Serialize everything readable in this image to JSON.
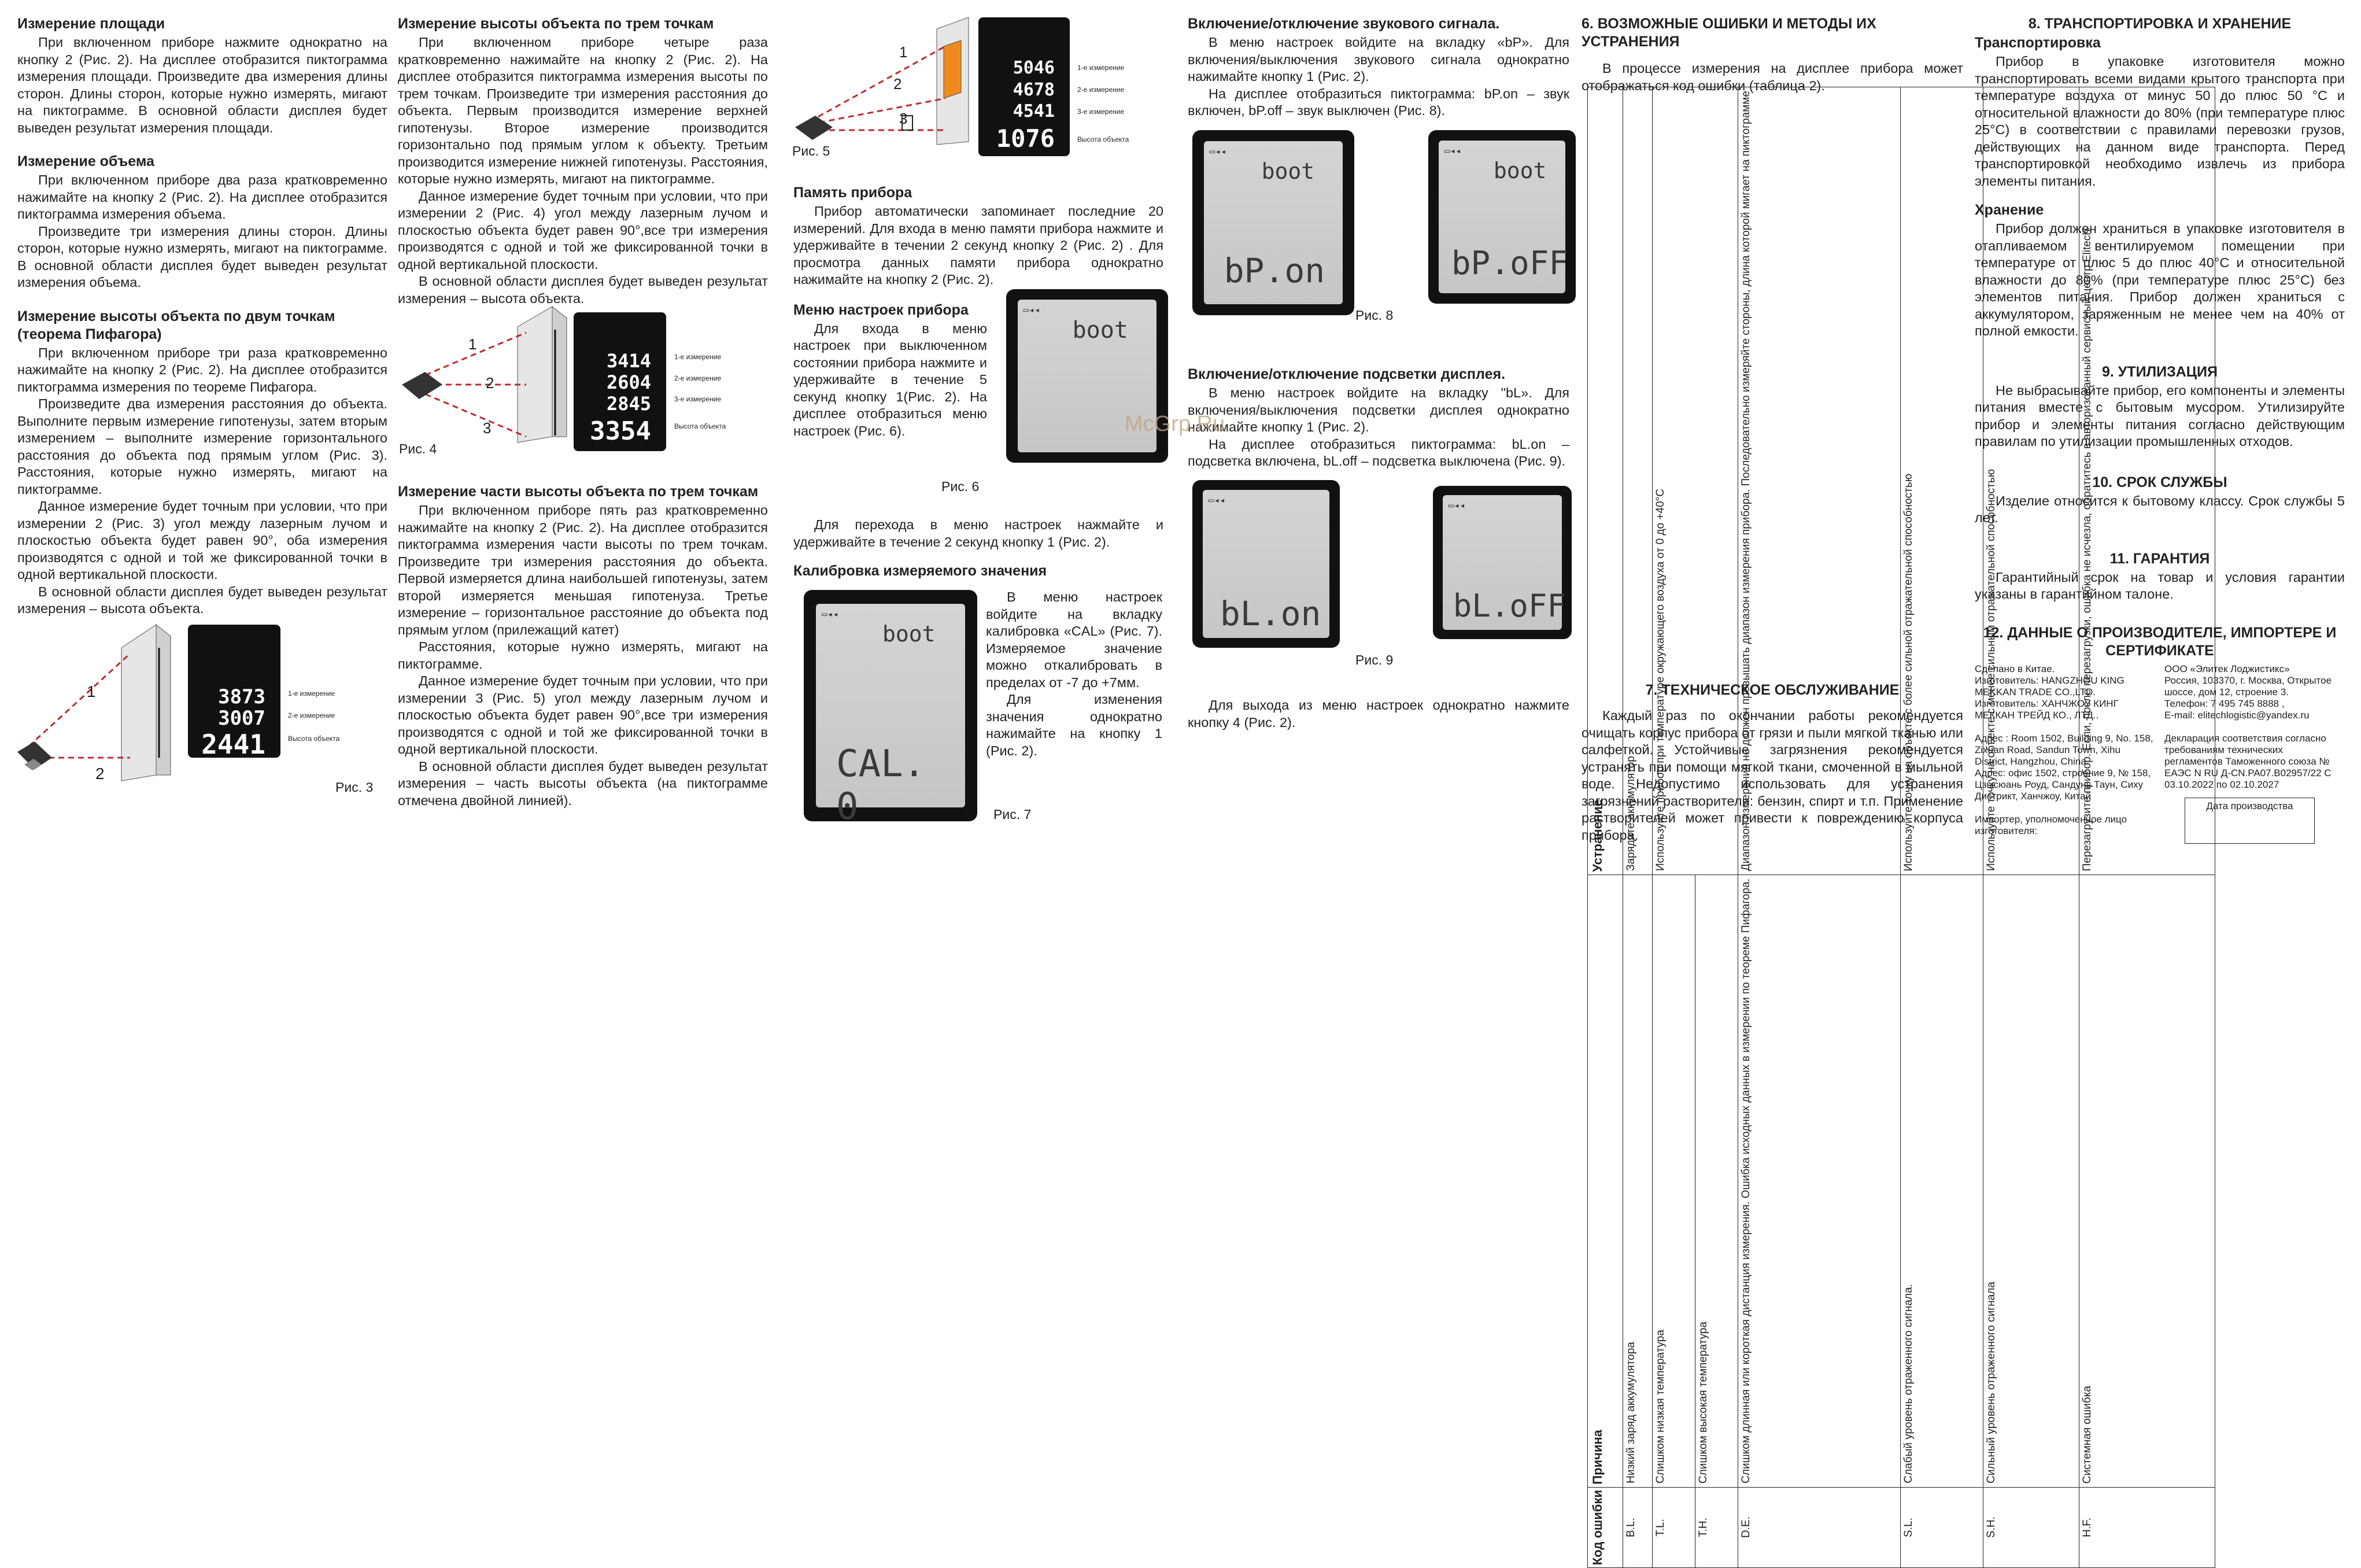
{
  "col1": {
    "area_title": "Измерение площади",
    "area_text": "При включенном приборе нажмите однократно на кнопку 2 (Рис. 2). На дисплее отобразится пиктограмма измерения площади. Произведите два измерения длины сторон. Длины сторон, которые нужно измерять, мигают на пиктограмме. В основной области дисплея будет выведен результат измерения площади.",
    "volume_title": "Измерение объема",
    "volume_text1": "При включенном приборе два раза кратковременно нажимайте на кнопку 2 (Рис. 2). На дисплее отобразится пиктограмма измерения объема.",
    "volume_text2": "Произведите три измерения длины сторон. Длины сторон, которые нужно измерять, мигают на пиктограмме. В основной области дисплея будет выведен результат измерения объема.",
    "pyth2_title": "Измерение высоты объекта по двум точкам (теорема Пифагора)",
    "pyth2_text1": "При включенном приборе три раза кратковременно нажимайте на кнопку 2 (Рис. 2). На дисплее отобразится пиктограмма измерения по теореме Пифагора.",
    "pyth2_text2": "Произведите два измерения расстояния до объекта. Выполните первым измерение гипотенузы, затем вторым измерением – выполните измерение горизонтального расстояния до объекта под прямым углом (Рис. 3). Расстояния, которые нужно измерять, мигают на пиктограмме.",
    "pyth2_text3": "Данное измерение будет точным при условии, что при измерении 2 (Рис. 3) угол между лазерным лучом и плоскостью объекта будет равен 90°, оба измерения производятся с одной и той же фиксированной точки в одной вертикальной плоскости.",
    "pyth2_text4": "В основной области дисплея будет выведен результат измерения – высота объекта.",
    "fig3": {
      "v1": "3873",
      "v2": "3007",
      "v3": "2441",
      "l1": "1-е измерение",
      "l2": "2-е измерение",
      "l3": "Высота объекта",
      "p1": "1",
      "p2": "2",
      "cap": "Рис. 3"
    }
  },
  "col2": {
    "pyth3_title": "Измерение высоты объекта по трем точкам",
    "pyth3_text1": "При включенном приборе четыре раза кратковременно нажимайте на кнопку 2 (Рис. 2). На дисплее отобразится пиктограмма измерения высоты по трем точкам. Произведите три измерения расстояния до объекта. Первым производится измерение верхней гипотенузы. Второе измерение производится горизонтально под прямым углом к объекту. Третьим производится измерение нижней гипотенузы. Расстояния, которые нужно измерять, мигают на пиктограмме.",
    "pyth3_text2": "Данное измерение будет точным при условии, что при измерении 2 (Рис. 4) угол между лазерным лучом и плоскостью объекта будет равен 90°,все три измерения производятся с одной и той же фиксированной точки в одной вертикальной плоскости.",
    "pyth3_text3": "В основной области дисплея будет выведен результат измерения – высота объекта.",
    "fig4": {
      "v1": "3414",
      "v2": "2604",
      "v3": "2845",
      "v4": "3354",
      "l1": "1-е измерение",
      "l2": "2-е измерение",
      "l3": "3-е измерение",
      "l4": "Высота объекта",
      "p1": "1",
      "p2": "2",
      "p3": "3",
      "cap": "Рис. 4"
    },
    "part_title": "Измерение части высоты объекта по трем точкам",
    "part_text1": "При включенном приборе пять раз кратковременно нажимайте на кнопку 2 (Рис. 2). На дисплее отобразится пиктограмма измерения части высоты по трем точкам. Произведите три измерения расстояния до объекта. Первой измеряется длина наибольшей гипотенузы, затем второй измеряется меньшая гипотенуза. Третье измерение – горизонтальное расстояние до объекта под прямым углом (прилежащий катет)",
    "part_text2": "Расстояния, которые нужно измерять, мигают на пиктограмме.",
    "part_text3": "Данное измерение будет точным при условии, что при измерении 3 (Рис. 5) угол между лазерным лучом и плоскостью объекта будет равен 90°,все три измерения производятся с одной и той же фиксированной точки в одной вертикальной плоскости.",
    "part_text4": "В основной области дисплея будет выведен результат измерения – часть высоты объекта (на пиктограмме отмечена двойной линией)."
  },
  "col3": {
    "fig5": {
      "v1": "5046",
      "v2": "4678",
      "v3": "4541",
      "v4": "1076",
      "l1": "1-е измерение",
      "l2": "2-е измерение",
      "l3": "3-е измерение",
      "l4": "Высота объекта",
      "p1": "1",
      "p2": "2",
      "p3": "3",
      "cap": "Рис. 5"
    },
    "memory_title": "Память прибора",
    "memory_text": "Прибор автоматически запоминает последние 20 измерений. Для входа в меню памяти прибора нажмите и удерживайте в течении 2 секунд кнопку 2 (Рис. 2) . Для просмотра данных памяти прибора однократно нажимайте на кнопку 2 (Рис. 2).",
    "settings_title": "Меню настроек прибора",
    "settings_text": "Для входа в меню настроек при выключенном состоянии прибора нажмите и удерживайте в течение 5 секунд кнопку 1(Рис. 2). На дисплее отобразиться меню настроек (Рис. 6).",
    "fig6": {
      "top": "boot",
      "cap": "Рис. 6"
    },
    "switch_text": "Для перехода в меню настроек нажмайте и удерживайте в течение 2 секунд кнопку 1 (Рис. 2).",
    "cal_title": "Калибровка измеряемого значения",
    "cal_text1": "В меню настроек войдите на вкладку калибровка «CAL» (Рис. 7). Измеряемое значение можно откалибровать в пределах от -7 до +7мм.",
    "cal_text2": "Для изменения значения однократно нажимайте на кнопку 1 (Рис. 2).",
    "fig7": {
      "top": "boot",
      "main": "CAL. 0",
      "cap": "Рис. 7"
    }
  },
  "col4": {
    "sound_title": "Включение/отключение звукового сигнала.",
    "sound_text1": "В меню настроек войдите на вкладку «bP». Для включения/выключения звукового сигнала однократно нажимайте кнопку 1 (Рис. 2).",
    "sound_text2": "На дисплее отобразиться пиктограмма: bP.on – звук включен, bP.off – звук выключен (Рис. 8).",
    "fig8": {
      "top": "boot",
      "a": "bP.on",
      "b": "bP.oFF",
      "cap": "Рис. 8"
    },
    "light_title": "Включение/отключение подсветки дисплея.",
    "light_text1": "В меню настроек войдите на вкладку \"bL». Для включения/выключения подсветки дисплея однократно нажимайте кнопку 1 (Рис. 2).",
    "light_text2": "На дисплее отобразиться пиктограмма: bL.on – подсветка включена, bL.off – подсветка выключена (Рис. 9).",
    "fig9": {
      "a": "bL.on",
      "b": "bL.oFF",
      "cap": "Рис. 9"
    },
    "exit_text": "Для выхода из меню настроек однократно нажмите кнопку 4 (Рис. 2)."
  },
  "col5": {
    "errors_title": "6. ВОЗМОЖНЫЕ ОШИБКИ И МЕТОДЫ ИХ УСТРАНЕНИЯ",
    "errors_text": "В процессе измерения на дисплее прибора может отображаться код ошибки (таблица 2).",
    "headers": {
      "fix": "Устранение",
      "cause": "Причина",
      "code": "Код ошибки"
    },
    "rows": [
      {
        "code": "B.L.",
        "cause": "Низкий заряд аккумулятора",
        "fix": "Зарядите аккумулятор"
      },
      {
        "code": "T.L.",
        "cause": "Слишком низкая температура",
        "fix": "Используйте прибор при температуре окружающего воздуха от 0 до +40°С"
      },
      {
        "code": "T.H.",
        "cause": "Слишком высокая температура",
        "fix": ""
      },
      {
        "code": "D.E.",
        "cause": "Слишком длинная или короткая дистанция измерения. Ошибка исходных данных в измерении по теореме Пифагора.",
        "fix": "Диапазон измерения не должен превышать диапазон измерения прибора. Последовательно измеряйте стороны, длина которой мигает на пиктограмме"
      },
      {
        "code": "S.L.",
        "cause": "Слабый уровень отраженного сигнала.",
        "fix": "Используйте точку на объекте с более сильной отражательной способностью"
      },
      {
        "code": "S.H.",
        "cause": "Сильный уровень отраженного сигнала",
        "fix": "Используйте точку на объекте с менее сильным отражательной способностью"
      },
      {
        "code": "H.F.",
        "cause": "Системная ошибка",
        "fix": "Перезагрузите прибор. Если, после перезагрузки, ошибка не исчезла, обратитесь в авторизованный сервисный центр Elitech"
      }
    ],
    "maint_title": "7. ТЕХНИЧЕСКОЕ ОБСЛУЖИВАНИЕ",
    "maint_text": "Каждый раз по окончании работы рекомендуется очищать корпус прибора от грязи и пыли мягкой тканью или салфеткой. Устойчивые загрязнения рекомендуется устранять при помощи мягкой ткани, смоченной в мыльной воде. Недопустимо использовать для устранения загрязнений растворители: бензин, спирт и т.п. Применение растворителей может привести к повреждению корпуса прибора."
  },
  "col6": {
    "transport_title": "8. ТРАНСПОРТИРОВКА И ХРАНЕНИЕ",
    "transport_sub": "Транспортировка",
    "transport_text": "Прибор в упаковке изготовителя можно транспортировать всеми видами крытого транспорта при температуре воздуха от минус 50 до плюс 50 °C и относительной влажности до 80% (при температуре плюс 25°C) в соответствии с правилами перевозки грузов, действующих на данном виде транспорта. Перед транспортировкой необходимо извлечь из прибора элементы питания.",
    "storage_sub": "Хранение",
    "storage_text": "Прибор должен храниться в упаковке изготовителя в отапливаемом вентилируемом помещении при температуре от плюс 5 до плюс 40°С и относительной влажности до 80% (при температуре плюс 25°С) без элементов питания. Прибор должен храниться с аккумулятором, заряженным не менее чем на 40% от полной емкости.",
    "util_title": "9. УТИЛИЗАЦИЯ",
    "util_text": "Не выбрасывайте прибор, его компоненты и элементы питания вместе с бытовым мусором. Утилизируйте прибор и элементы питания согласно действующим правилам по утилизации промышленных отходов.",
    "life_title": "10. СРОК СЛУЖБЫ",
    "life_text": "Изделие относится к бытовому классу. Срок службы 5 лет.",
    "warranty_title": "11. ГАРАНТИЯ",
    "warranty_text": "Гарантийный срок на товар и условия гарантии указаны в гарантийном талоне.",
    "maker_title": "12. ДАННЫЕ О ПРОИЗВОДИТЕЛЕ, ИМПОРТЕРЕ И СЕРТИФИКАТЕ",
    "maker_left": "Сделано в Китае.\nИзготовитель: HANGZHOU KING MEKKAN TRADE CO.,LTD.\nИзготовитель: ХАНЧЖОУ КИНГ МЕККАН ТРЕЙД КО., ЛТД..\n\nАдрес : Room 1502, Building 9, No. 158, Zixuan Road, Sandun Town, Xihu District, Hangzhou, China.\nАдрес: офис 1502, строение 9, № 158, Цзысюань Роуд, Сандунь Таун, Сиху Дистрикт, Ханчжоу, Китай\n\nИмпортер, уполномоченное лицо изготовителя:",
    "maker_right": "ООО «Элитек Лоджистикс»\nРоссия, 103370, г. Москва, Открытое шоссе, дом 12, строение 3.\nТелефон: 7 495 745 8888 ,\nE-mail: elitechlogistic@yandex.ru\n\nДекларация соответствия согласно требованиям технических регламентов Таможенного союза № ЕАЭС N RU Д-CN.PA07.B02957/22 С 03.10.2022 по 02.10.2027",
    "date_box": "Дата производства"
  },
  "watermark": "McGrp.Ru"
}
